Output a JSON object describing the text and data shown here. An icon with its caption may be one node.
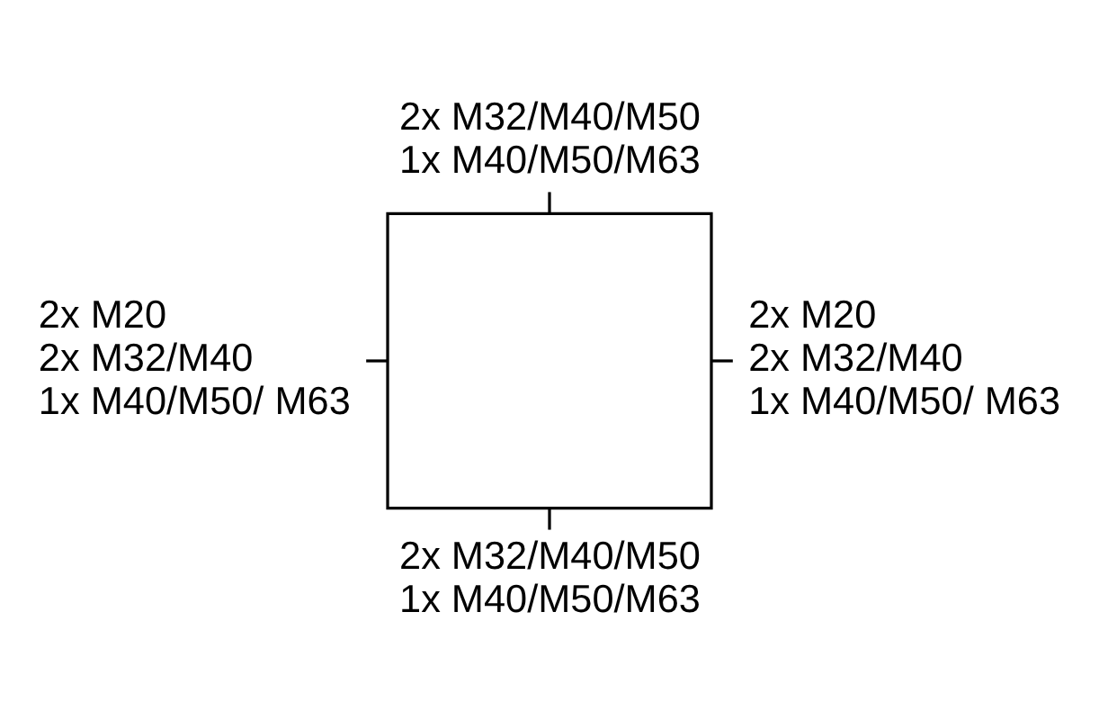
{
  "diagram": {
    "nodes": [
      {
        "text": [
          "2x M32/M40/M50",
          "1x M40/M50/M63"
        ]
      },
      {
        "text": [
          "2x M20",
          "2x M32/M40",
          "1x M40/M50/ M63"
        ]
      },
      {
        "text": [],
        "shape": "box"
      },
      {
        "text": [
          "2x M20",
          "2x M32/M40",
          "1x M40/M50/ M63"
        ]
      },
      {
        "text": [
          "2x M32/M40/M50",
          "1x M40/M50/M63"
        ]
      }
    ],
    "edges": [
      {
        "from": 0,
        "to": 2,
        "arrow": "none"
      },
      {
        "from": 1,
        "to": 2,
        "arrow": "none"
      },
      {
        "from": 3,
        "to": 2,
        "arrow": "none"
      },
      {
        "from": 4,
        "to": 2,
        "arrow": "none"
      }
    ]
  }
}
